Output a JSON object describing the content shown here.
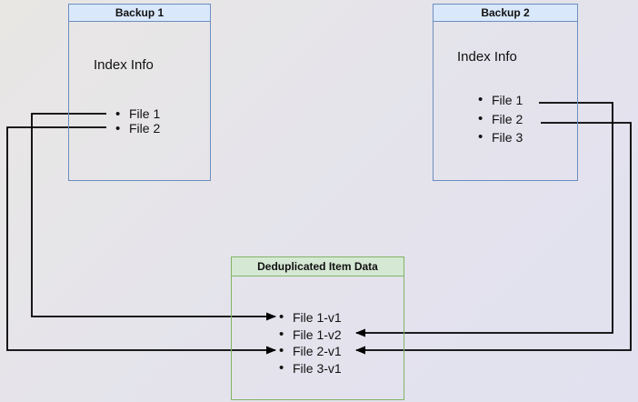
{
  "diagram": {
    "background_colors": [
      "#e9e7e4",
      "#e1e1f0"
    ],
    "connector_color": "#000000"
  },
  "backup1": {
    "title": "Backup 1",
    "body_label": "Index Info",
    "files": [
      "File 1",
      "File 2"
    ],
    "header_fill": "#dae8fc",
    "border_color": "#6c8ebf"
  },
  "backup2": {
    "title": "Backup 2",
    "body_label": "Index Info",
    "files": [
      "File 1",
      "File 2",
      "File 3"
    ],
    "header_fill": "#dae8fc",
    "border_color": "#6c8ebf"
  },
  "dedup": {
    "title": "Deduplicated Item Data",
    "items": [
      "File 1-v1",
      "File 1-v2",
      "File 2-v1",
      "File 3-v1"
    ],
    "header_fill": "#d5e8d4",
    "border_color": "#82b366"
  },
  "connections": [
    {
      "from": "Backup 1 / File 1",
      "to": "File 1-v1"
    },
    {
      "from": "Backup 1 / File 2",
      "to": "File 2-v1"
    },
    {
      "from": "Backup 2 / File 1",
      "to": "File 1-v2"
    },
    {
      "from": "Backup 2 / File 2",
      "to": "File 2-v1"
    }
  ]
}
